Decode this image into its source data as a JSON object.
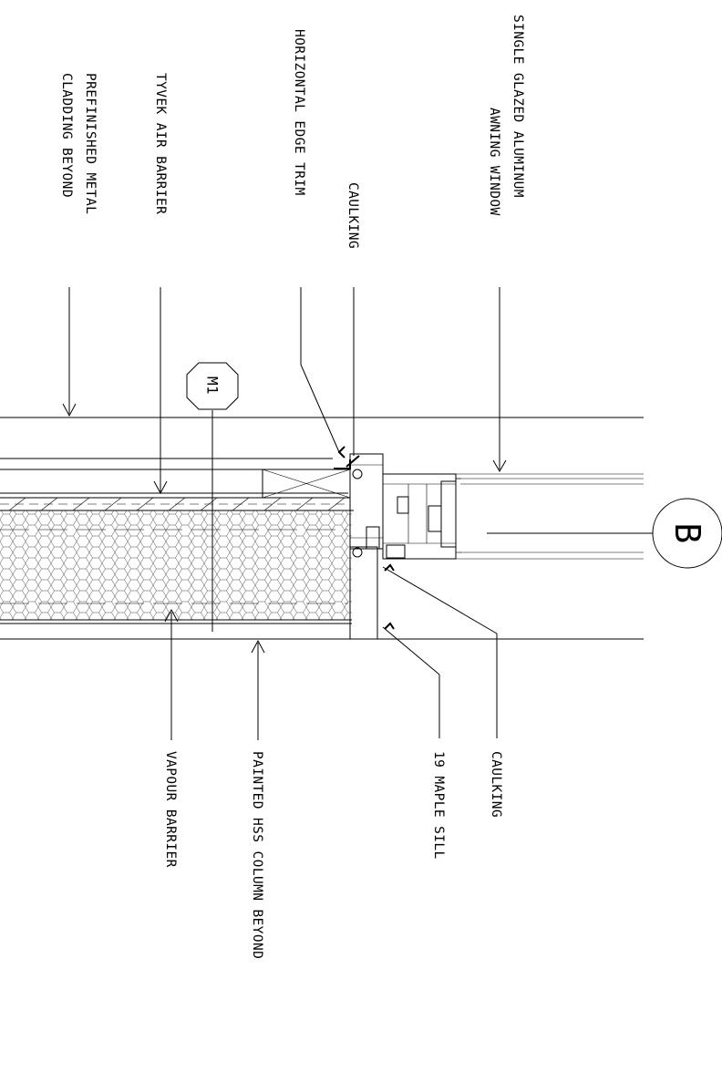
{
  "labels": {
    "single_glazed_1": "SINGLE GLAZED ALUMINUM",
    "single_glazed_2": "AWNING WINDOW",
    "caulking_top": "CAULKING",
    "horizontal_edge_trim": "HORIZONTAL EDGE TRIM",
    "tyvek": "TYVEK AIR BARRIER",
    "cladding_1": "PREFINISHED METAL",
    "cladding_2": "CLADDING BEYOND",
    "caulking_bottom": "CAULKING",
    "maple_sill": "19 MAPLE SILL",
    "painted_hss": "PAINTED HSS COLUMN BEYOND",
    "vapour_barrier": "VAPOUR BARRIER"
  },
  "tags": {
    "detail": "B",
    "material": "M1"
  }
}
